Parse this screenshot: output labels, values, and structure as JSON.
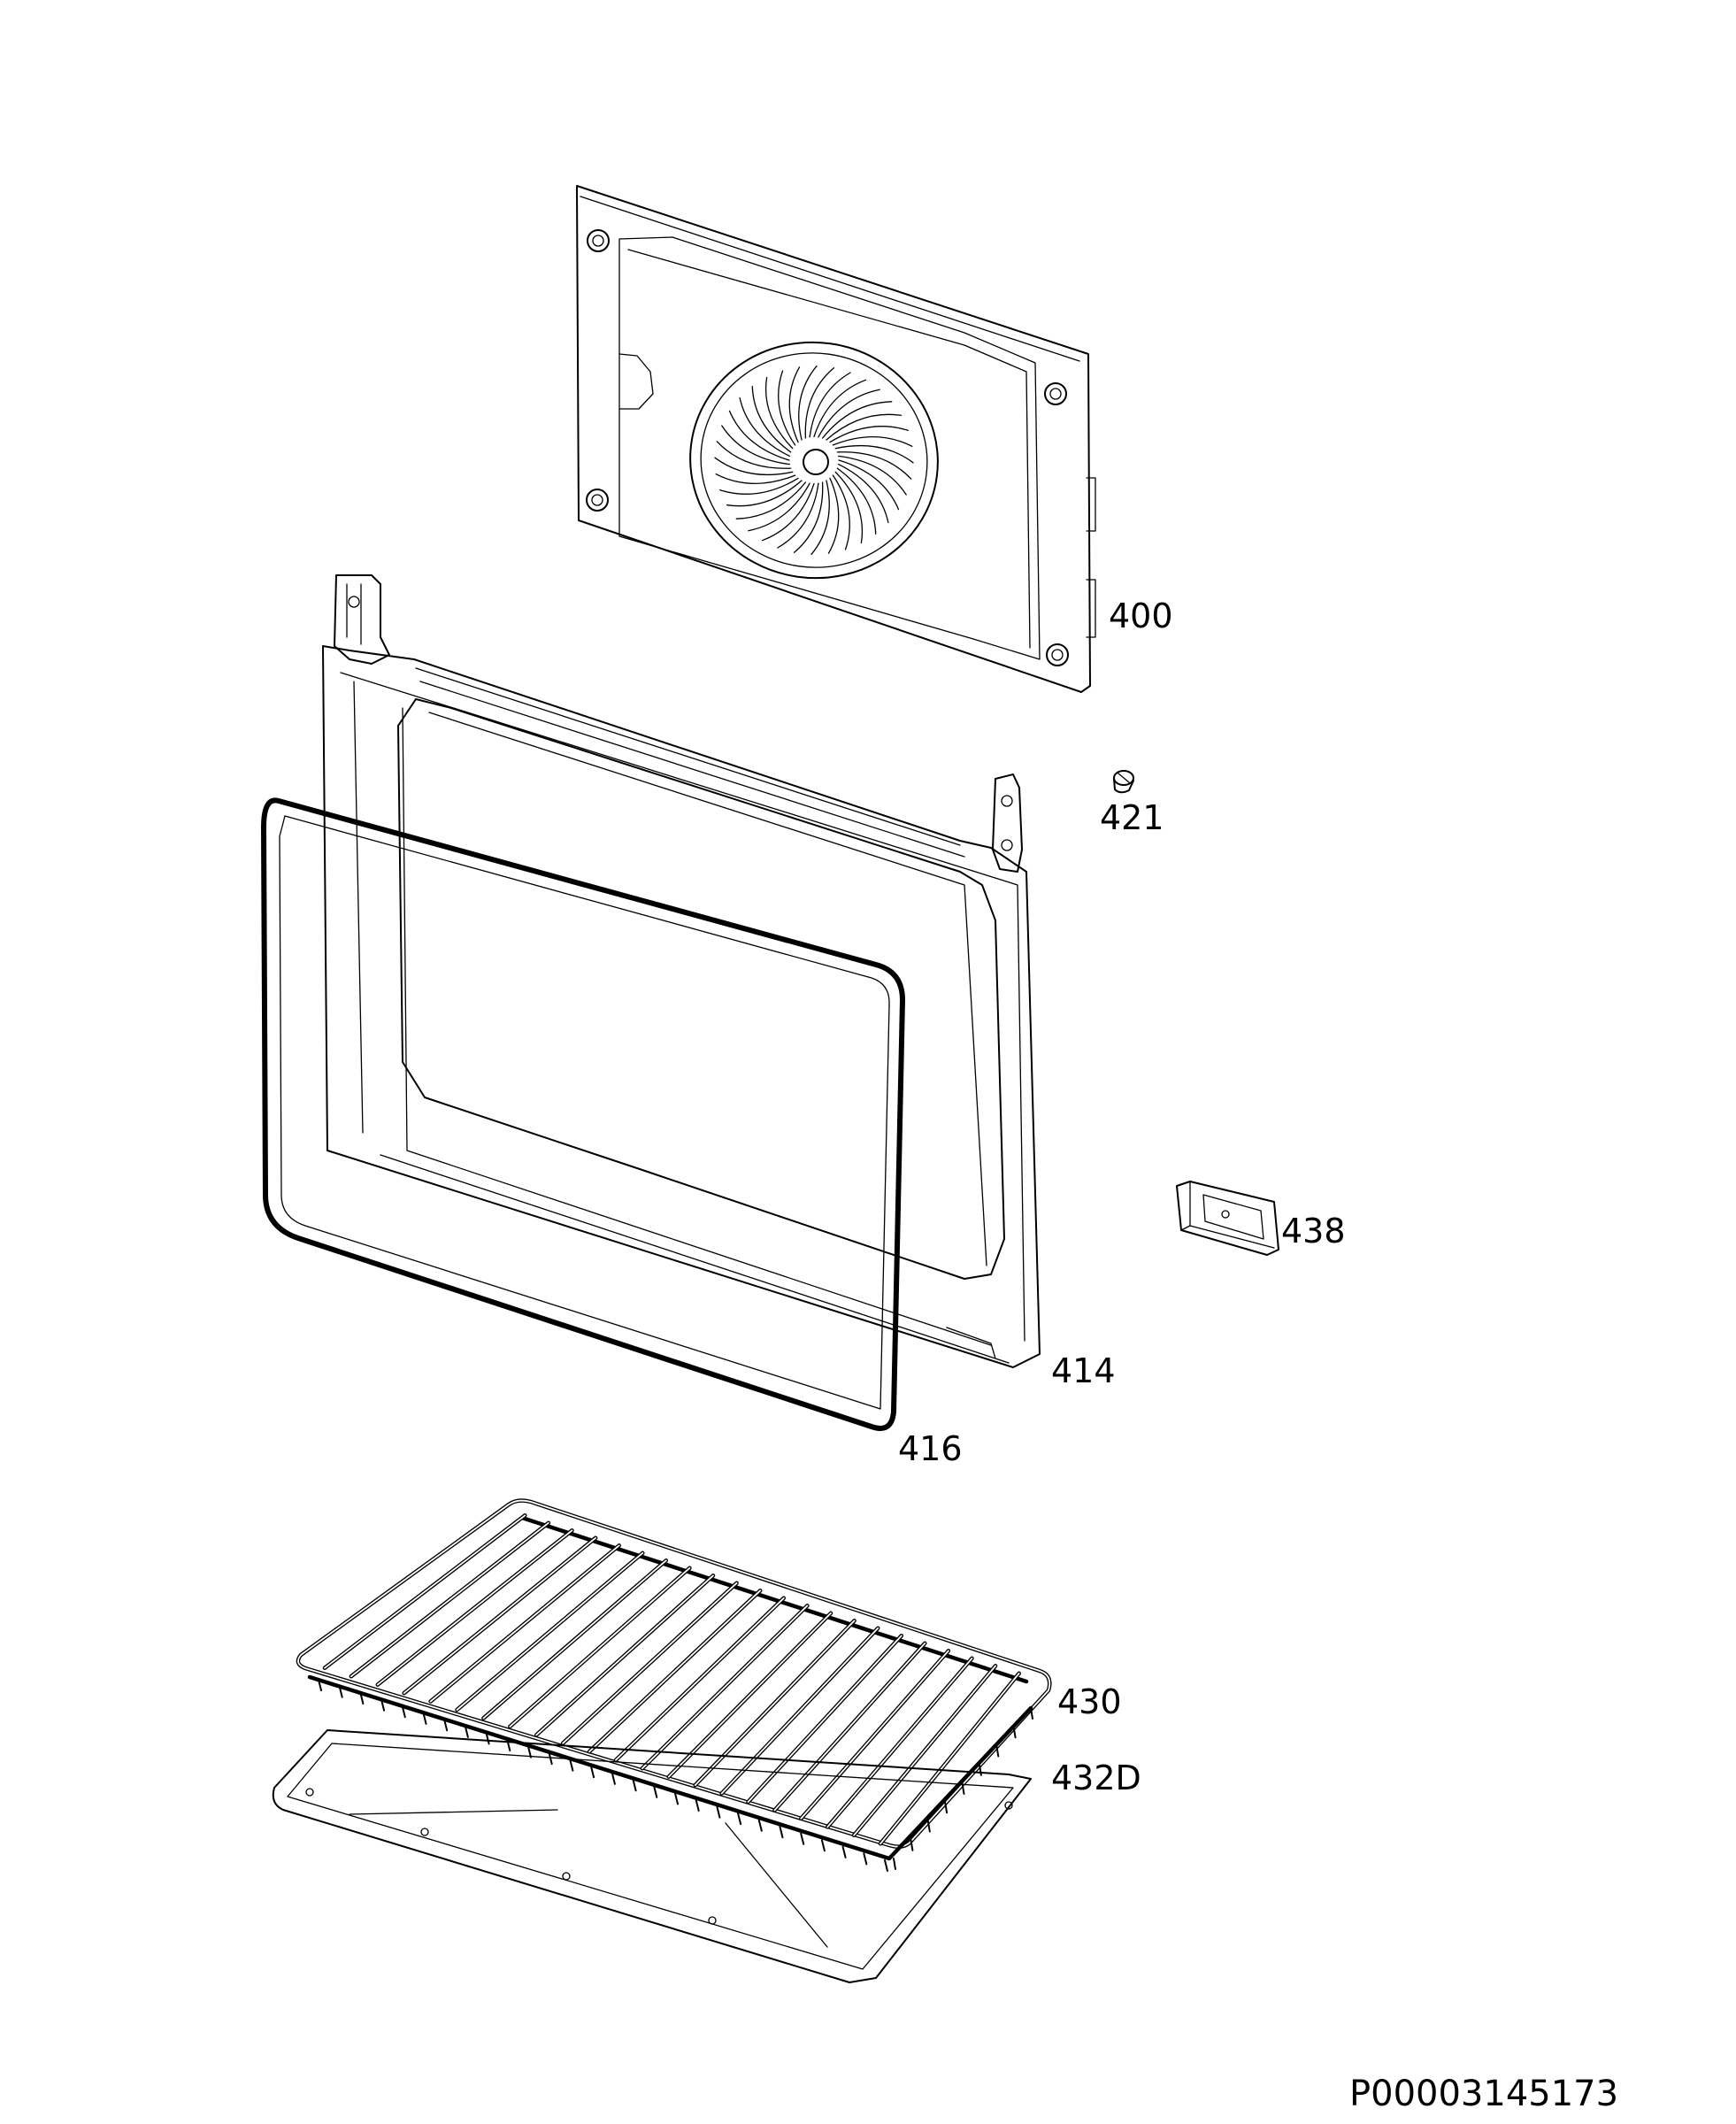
{
  "diagram": {
    "reference_code": "P00003145173",
    "parts": [
      {
        "id": "400",
        "label": "400",
        "name": "fan-cover"
      },
      {
        "id": "421",
        "label": "421",
        "name": "screw"
      },
      {
        "id": "414",
        "label": "414",
        "name": "door-frame"
      },
      {
        "id": "416",
        "label": "416",
        "name": "door-seal"
      },
      {
        "id": "438",
        "label": "438",
        "name": "hinge-bracket"
      },
      {
        "id": "430",
        "label": "430",
        "name": "wire-shelf"
      },
      {
        "id": "432D",
        "label": "432D",
        "name": "baking-tray"
      }
    ],
    "colors": {
      "line": "#000000",
      "background": "#ffffff"
    }
  }
}
